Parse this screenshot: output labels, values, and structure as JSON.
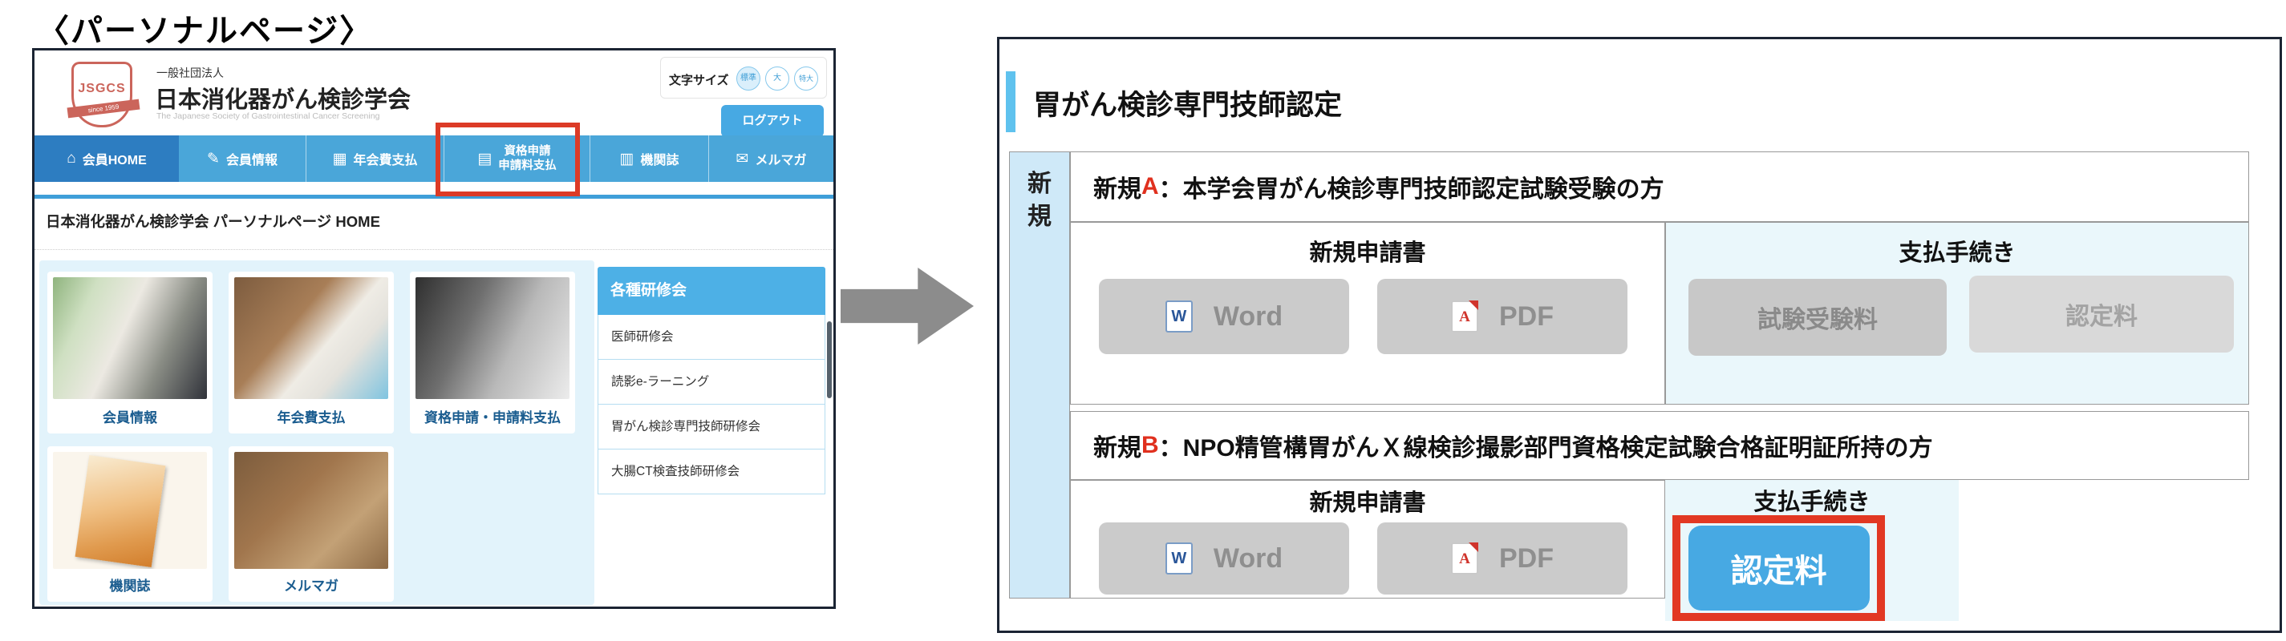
{
  "page_title": "〈パーソナルページ〉",
  "left_panel": {
    "logo": {
      "acronym": "JSGCS",
      "ribbon": "since 1959"
    },
    "org": {
      "type": "一般社団法人",
      "name": "日本消化器がん検診学会",
      "name_en": "The Japanese Society of Gastrointestinal Cancer Screening"
    },
    "font_size": {
      "label": "文字サイズ",
      "options": [
        {
          "label": "標準"
        },
        {
          "label": "大"
        },
        {
          "label": "特大"
        }
      ]
    },
    "logout_label": "ログアウト",
    "nav": [
      {
        "label": "会員HOME",
        "icon": "home-icon",
        "active": true
      },
      {
        "label": "会員情報",
        "icon": "pencil-icon"
      },
      {
        "label": "年会費支払",
        "icon": "calendar-icon"
      },
      {
        "line1": "資格申請",
        "line2": "申請料支払",
        "icon": "document-icon",
        "highlighted": true
      },
      {
        "label": "機関誌",
        "icon": "book-icon"
      },
      {
        "label": "メルマガ",
        "icon": "mail-icon"
      }
    ],
    "nav_icon_glyphs": {
      "home": "⌂",
      "pencil": "✎",
      "calendar": "▦",
      "document": "▤",
      "book": "▥",
      "mail": "✉"
    },
    "breadcrumb": "日本消化器がん検診学会 パーソナルページ HOME",
    "cards": [
      {
        "label": "会員情報",
        "photo": "typing-on-laptop"
      },
      {
        "label": "年会費支払",
        "photo": "calculator-and-notebook"
      },
      {
        "label": "資格申請・申請料支払",
        "photo": "person-writing"
      },
      {
        "label": "機関誌",
        "photo": "journal-cover"
      },
      {
        "label": "メルマガ",
        "photo": "desk-with-laptops"
      }
    ],
    "sidebar": {
      "header": "各種研修会",
      "items": [
        {
          "label": "医師研修会"
        },
        {
          "label": "読影e-ラーニング"
        },
        {
          "label": "胃がん検診専門技師研修会"
        },
        {
          "label": "大腸CT検査技師研修会"
        }
      ]
    }
  },
  "right_panel": {
    "title": "胃がん検診専門技師認定",
    "row_group_label_chars": [
      "新",
      "規"
    ],
    "sections": [
      {
        "id": "A",
        "prefix": "新規",
        "letter": "A",
        "rest": "：本学会胃がん検診専門技師認定試験受験の方",
        "doc_header": "新規申請書",
        "word_label": "Word",
        "pdf_label": "PDF",
        "pay_header": "支払手続き",
        "pay_buttons": [
          {
            "label": "試験受験料"
          },
          {
            "label": "認定料"
          }
        ]
      },
      {
        "id": "B",
        "prefix": "新規",
        "letter": "B",
        "rest": "：NPO精管構胃がんＸ線検診撮影部門資格検定試験合格証明証所持の方",
        "doc_header": "新規申請書",
        "word_label": "Word",
        "pdf_label": "PDF",
        "pay_header": "支払手続き",
        "pay_button": {
          "label": "認定料",
          "highlighted": true
        }
      }
    ]
  },
  "colors": {
    "nav_blue": "#4aa6d9",
    "nav_active_blue": "#2d7dc1",
    "accent_blue_button": "#47a9e3",
    "highlight_red": "#dc3b27",
    "content_light_blue": "#e2f3fb",
    "table_row_label_blue": "#cfe9f8",
    "pay_cell_blue": "#eaf7fb",
    "logo_red": "#cb655b"
  }
}
